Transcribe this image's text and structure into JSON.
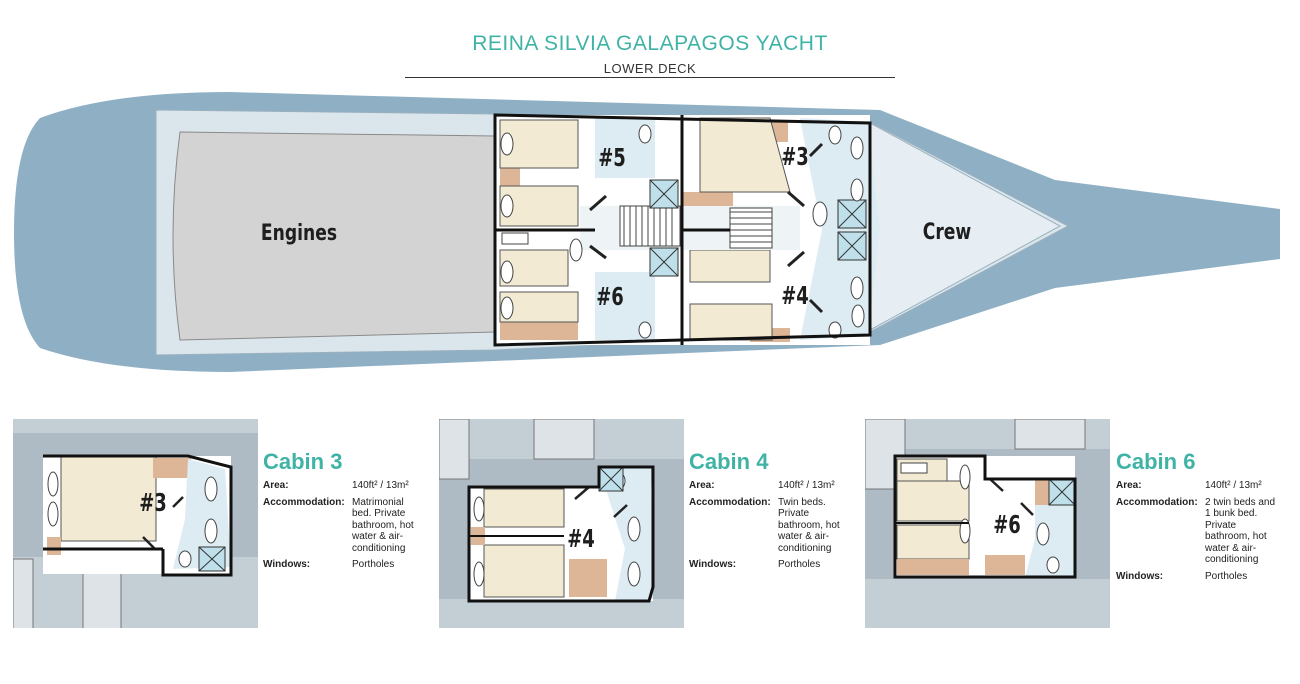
{
  "header": {
    "title": "REINA SILVIA GALAPAGOS YACHT",
    "subtitle": "LOWER DECK"
  },
  "deck": {
    "engines_label": "Engines",
    "crew_label": "Crew",
    "cabin_numbers": [
      "#5",
      "#3",
      "#6",
      "#4"
    ]
  },
  "colors": {
    "accent": "#3fb3a6",
    "water": "#8fb0c4",
    "hull": "#dbe6ec",
    "engine_room": "#d3d3d3",
    "bed": "#f3ead4",
    "wood": "#ddb697",
    "bath": "#dcecf2"
  },
  "labels": {
    "area": "Area:",
    "accommodation": "Accommodation:",
    "windows": "Windows:"
  },
  "cabins": [
    {
      "name": "Cabin 3",
      "number": "#3",
      "area": "140ft² / 13m²",
      "accommodation": "Matrimonial bed. Private bathroom, hot water & air-conditioning",
      "windows": "Portholes"
    },
    {
      "name": "Cabin 4",
      "number": "#4",
      "area": "140ft² / 13m²",
      "accommodation": "Twin beds. Private bathroom, hot water & air-conditioning",
      "windows": "Portholes"
    },
    {
      "name": "Cabin 6",
      "number": "#6",
      "area": "140ft² / 13m²",
      "accommodation": "2 twin beds and 1 bunk bed. Private bathroom, hot water & air-conditioning",
      "windows": "Portholes"
    }
  ]
}
